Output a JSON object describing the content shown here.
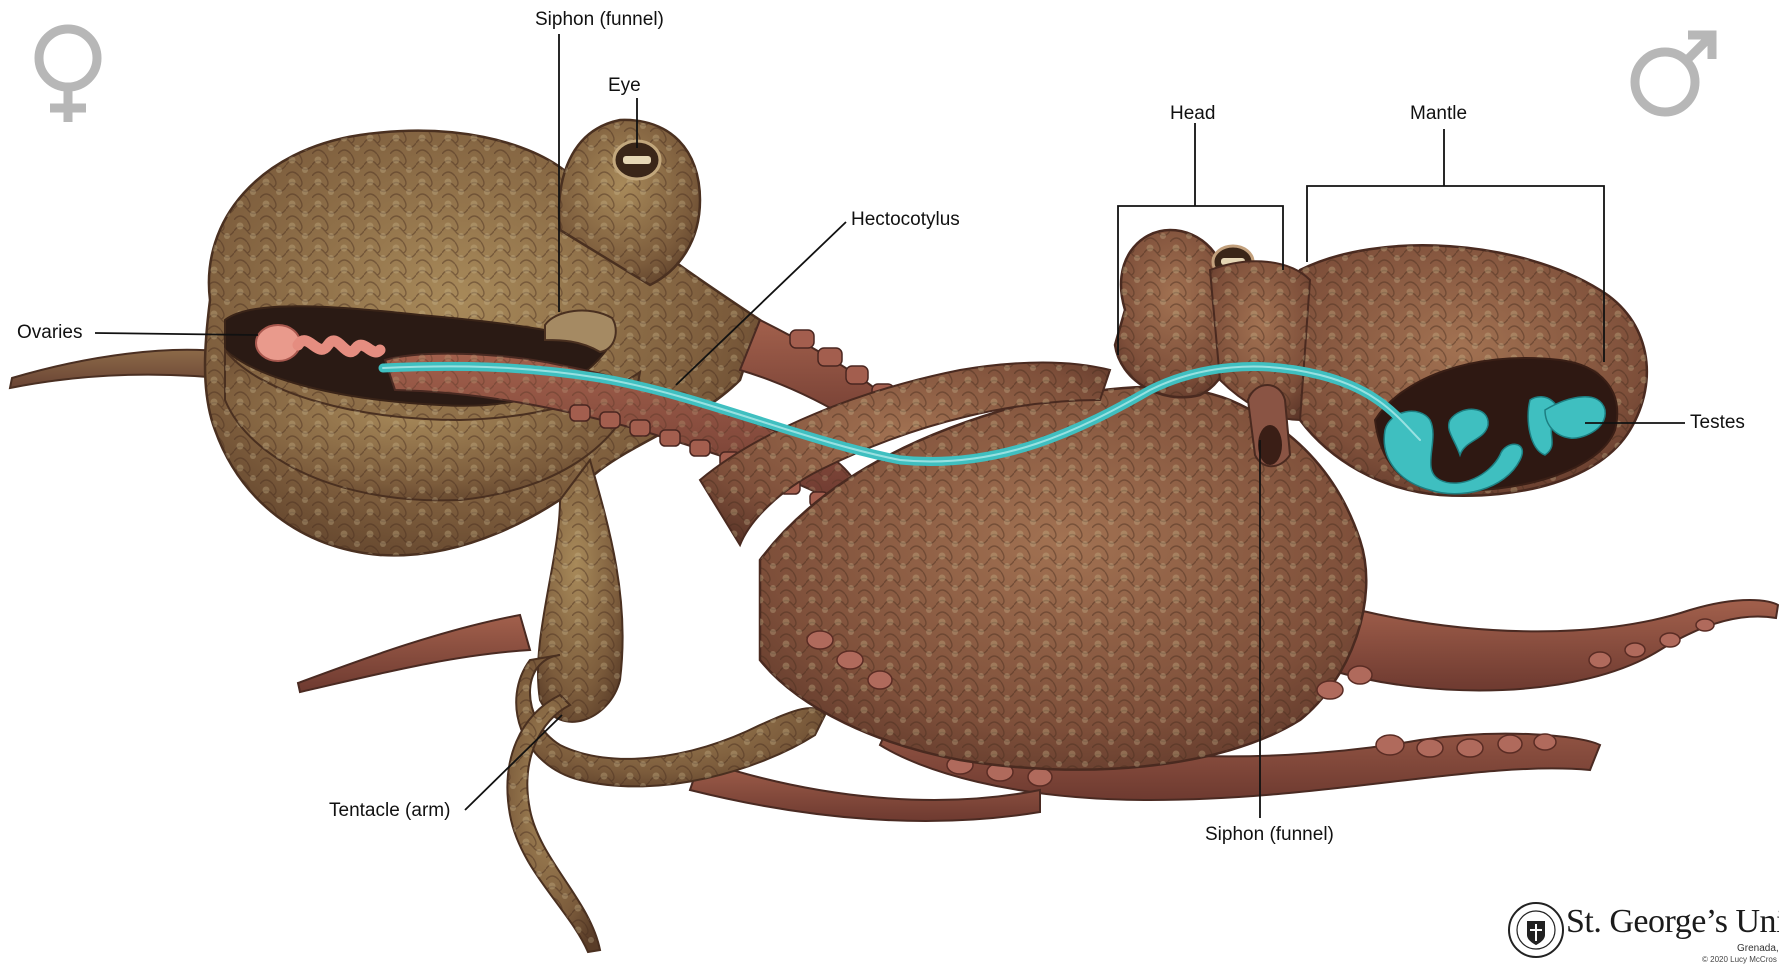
{
  "labels": {
    "siphon_top": "Siphon (funnel)",
    "eye": "Eye",
    "hectocotylus": "Hectocotylus",
    "ovaries": "Ovaries",
    "head": "Head",
    "mantle": "Mantle",
    "testes": "Testes",
    "tentacle": "Tentacle (arm)",
    "siphon_bottom": "Siphon (funnel)"
  },
  "symbols": {
    "female": "female-symbol-icon",
    "male": "male-symbol-icon"
  },
  "brand": {
    "name": "St. George’s Univer",
    "location": "Grenada, West In",
    "copyright": "© 2020 Lucy McCros"
  },
  "colors": {
    "skin": "#8a6a45",
    "skin_dark": "#5e3f2a",
    "arm_reddish": "#9a5a4a",
    "ovary": "#e99a8c",
    "duct_teal": "#3fbfc0",
    "symbol_gray": "#b7b7b7"
  }
}
